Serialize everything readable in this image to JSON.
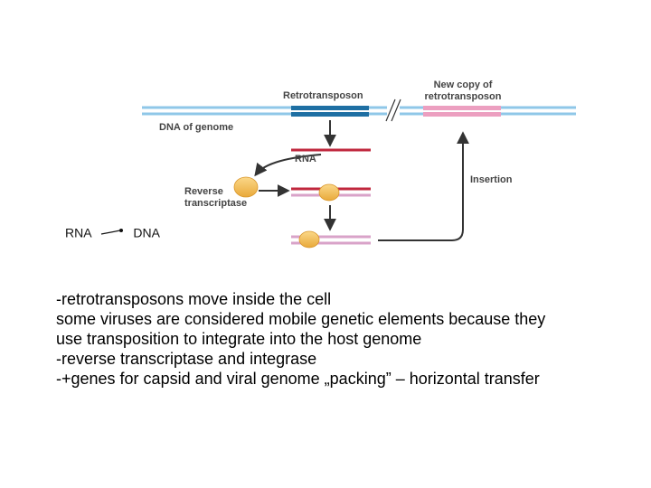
{
  "diagram": {
    "labels": {
      "retrotransposon": "Retrotransposon",
      "new_copy": "New copy of\nretrotransposon",
      "dna_of_genome": "DNA of genome",
      "rna": "RNA",
      "insertion": "Insertion",
      "reverse_transcriptase": "Reverse\ntranscriptase"
    },
    "colors": {
      "genome_dna": "#8fc7e8",
      "retrotransposon": "#1e6fa3",
      "new_copy": "#ec9fc0",
      "rna": "#c0273d",
      "dna_copy": "#d9a3c9",
      "enzyme": "#f5c05a",
      "arrow": "#333333"
    }
  },
  "relation": {
    "from": "RNA",
    "to": "DNA"
  },
  "notes": [
    "-retrotransposons move inside the cell",
    "some viruses are considered mobile genetic elements because they",
    "use transposition to integrate into the host genome",
    "-reverse transcriptase and integrase",
    "-+genes for capsid and viral genome „packing” – horizontal transfer"
  ]
}
